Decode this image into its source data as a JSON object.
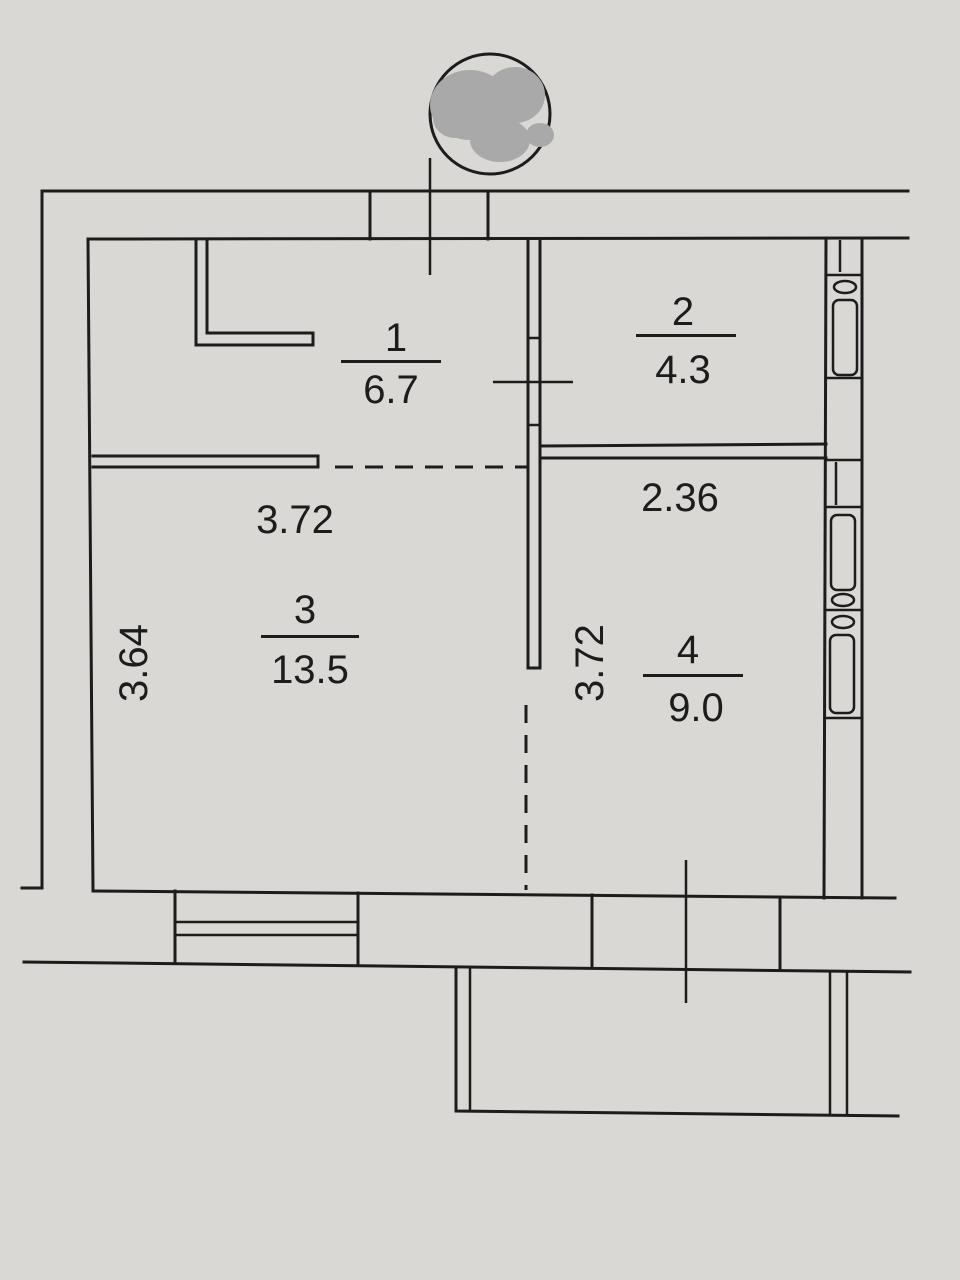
{
  "plan": {
    "type": "apartment floor plan",
    "rooms": [
      {
        "number": "1",
        "area": "6.7"
      },
      {
        "number": "2",
        "area": "4.3"
      },
      {
        "number": "3",
        "area": "13.5"
      },
      {
        "number": "4",
        "area": "9.0"
      }
    ],
    "dimensions": {
      "room3_width": "3.72",
      "room3_height": "3.64",
      "room4_width": "2.36",
      "room4_height": "3.72"
    },
    "entrance_marker": {
      "label": "redacted"
    },
    "colors": {
      "background": "#d9d8d5",
      "lines": "#1c1c1c",
      "redaction": "#a9a9a9"
    }
  }
}
